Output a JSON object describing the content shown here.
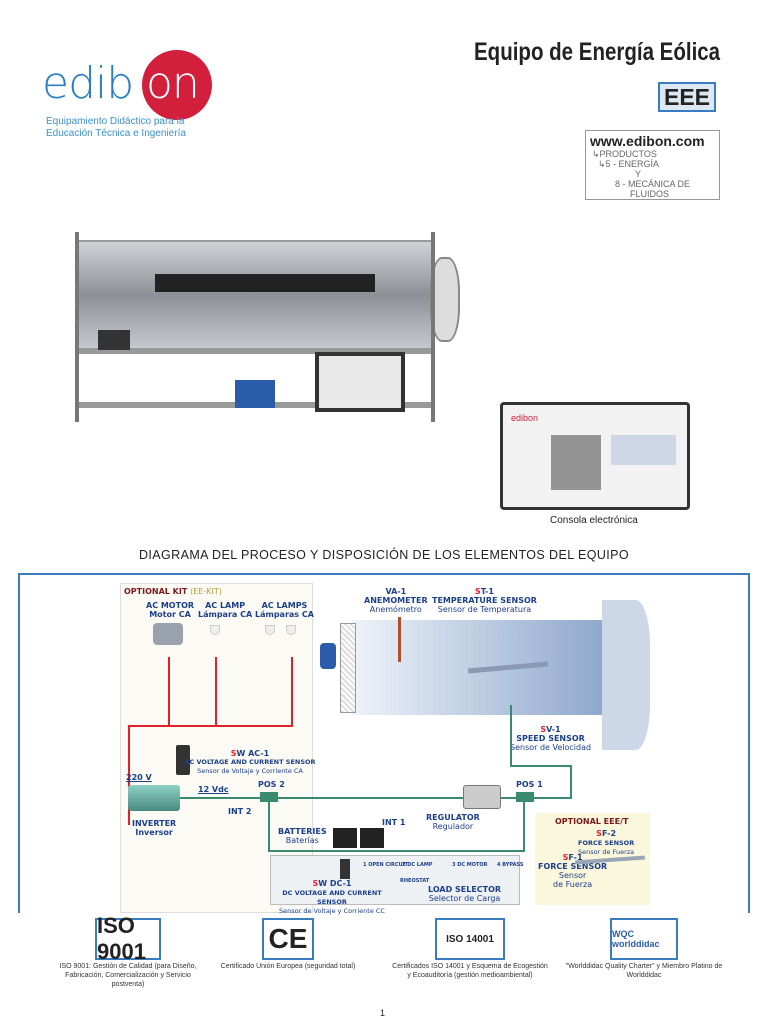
{
  "header": {
    "logo": "edibon",
    "tagline_1": "Equipamiento Didáctico para la",
    "tagline_2": "Educación Técnica e Ingeniería",
    "title": "Equipo de Energía Eólica",
    "code": "EEE"
  },
  "web": {
    "url": "www.edibon.com",
    "lines": [
      "↳PRODUCTOS",
      "↳5 - ENERGÍA",
      "Y",
      "8 - MECÁNICA DE",
      "FLUIDOS"
    ]
  },
  "photo": {
    "caption": "Consola electrónica"
  },
  "diagram": {
    "heading": "DIAGRAMA DEL PROCESO Y DISPOSICIÓN DE LOS ELEMENTOS DEL EQUIPO",
    "optional_kit": "OPTIONAL KIT",
    "optional_kit_code": "(EE-KIT)",
    "ac_motor": "AC MOTOR",
    "ac_motor_es": "Motor CA",
    "ac_lamp": "AC LAMP",
    "ac_lamp_es": "Lámpara CA",
    "ac_lamps": "AC LAMPS",
    "ac_lamps_es": "Lámparas CA",
    "va1": "VA-1",
    "va1_name": "ANEMOMETER",
    "va1_es": "Anemómetro",
    "st1_s": "S",
    "st1": "T-1",
    "st1_name": "TEMPERATURE SENSOR",
    "st1_es": "Sensor de Temperatura",
    "sv1_s": "S",
    "sv1": "V-1",
    "sv1_name": "SPEED SENSOR",
    "sv1_es": "Sensor de Velocidad",
    "swac_s": "S",
    "swac": "W AC-1",
    "swac_name": "AC VOLTAGE AND CURRENT SENSOR",
    "swac_es": "Sensor de Voltaje y Corriente CA",
    "v220": "220 V",
    "v12": "12 Vdc",
    "inverter": "INVERTER",
    "inverter_es": "Inversor",
    "int2": "INT 2",
    "pos2": "POS 2",
    "pos1": "POS 1",
    "regulator": "REGULATOR",
    "regulator_es": "Regulador",
    "int1": "INT 1",
    "batteries": "BATTERIES",
    "batteries_es": "Baterías",
    "optional_eeet": "OPTIONAL EEE/T",
    "sf2_s": "S",
    "sf2": "F-2",
    "sf2_name": "FORCE SENSOR",
    "sf2_es": "Sensor de Fuerza",
    "sf1_s": "S",
    "sf1": "F-1",
    "sf1_name": "FORCE SENSOR",
    "sf1_es_1": "Sensor",
    "sf1_es_2": "de Fuerza",
    "swdc_s": "S",
    "swdc": "W DC-1",
    "swdc_name": "DC VOLTAGE AND CURRENT SENSOR",
    "swdc_es": "Sensor de Voltaje y Corriente CC",
    "sel": [
      "1 OPEN CIRCUIT",
      "2 DC LAMP",
      "3 DC MOTOR",
      "4 BYPASS"
    ],
    "rheostat": "RHEOSTAT",
    "load_selector": "LOAD SELECTOR",
    "load_selector_es": "Selector de Carga"
  },
  "footer": {
    "certs": [
      {
        "logo": "ISO 9001",
        "caption": "ISO 9001: Gestión de Calidad (para Diseño, Fabricación, Comercialización y Servicio postventa)"
      },
      {
        "logo": "CE",
        "caption": "Certificado Unión Europea (seguridad total)"
      },
      {
        "logo": "ISO 14001",
        "caption": "Certificados ISO 14001 y Esquema de Ecogestión y Ecoauditoría (gestión medioambiental)"
      },
      {
        "logo": "WQC worlddidac",
        "caption": "\"Worlddidac Quality Charter\" y Miembro Platino de Worlddidac"
      }
    ],
    "page": "1"
  }
}
